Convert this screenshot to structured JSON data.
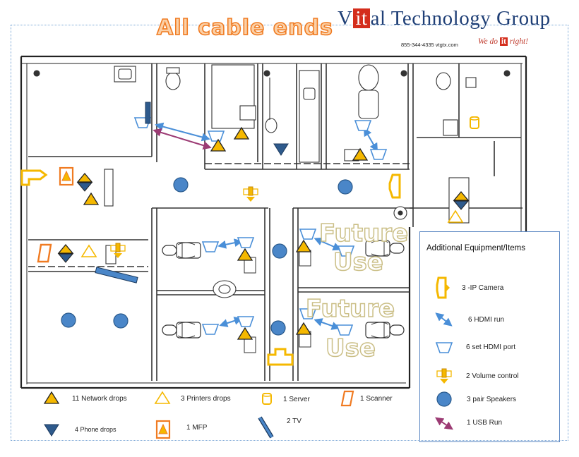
{
  "title": "All cable ends",
  "brand": {
    "name_before": "V",
    "name_highlight": "it",
    "name_after": "al Technology Group",
    "contact": "855-344-4335  vtgtx.com",
    "slogan_before": "We do ",
    "slogan_highlight": "it",
    "slogan_after": " right!"
  },
  "future_use": [
    "Future",
    "Use",
    "Future",
    "Use"
  ],
  "legend": {
    "network": "11 Network drops",
    "printers": "3 Printers drops",
    "server": "1 Server",
    "scanner": "1 Scanner",
    "phone": "4 Phone drops",
    "mfp": "1 MFP",
    "tv": "2 TV"
  },
  "additional": {
    "title": "Additional Equipment/Items",
    "items": {
      "ip_camera": "3 -IP Camera",
      "hdmi_run": "6 HDMI run",
      "hdmi_port": "6 set HDMI port",
      "volume": "2 Volume control",
      "speakers": "3 pair Speakers",
      "usb": "1 USB Run"
    }
  },
  "colors": {
    "network": "#f5b800",
    "phone": "#2e5a8c",
    "speaker": "#4a86c8",
    "hdmi": "#4a8fd8",
    "usb": "#9c3b74",
    "camera": "#f5b800",
    "mfp": "#f07b22",
    "title_fill": "#fbd0a6",
    "title_stroke": "#f07b22",
    "brand": "#1f3f76",
    "brand_accent": "#d42d1c"
  }
}
